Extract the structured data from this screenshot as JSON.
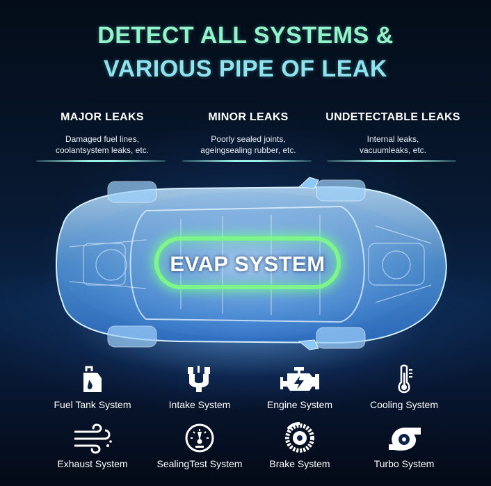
{
  "headline": {
    "line1": "DETECT ALL SYSTEMS &",
    "line2": "VARIOUS PIPE OF LEAK"
  },
  "leaks": [
    {
      "title": "MAJOR LEAKS",
      "desc1": "Damaged fuel lines,",
      "desc2": "coolantsystem leaks, etc."
    },
    {
      "title": "MINOR LEAKS",
      "desc1": "Poorly sealed joints,",
      "desc2": "ageingsealing rubber, etc."
    },
    {
      "title": "UNDETECTABLE LEAKS",
      "desc1": "Internal leaks,",
      "desc2": "vacuumleaks, etc."
    }
  ],
  "evap_label": "EVAP SYSTEM",
  "systems": [
    {
      "label": "Fuel Tank System",
      "icon": "fuel-tank-icon"
    },
    {
      "label": "Intake System",
      "icon": "intake-pipe-icon"
    },
    {
      "label": "Engine System",
      "icon": "engine-icon"
    },
    {
      "label": "Cooling System",
      "icon": "thermometer-icon"
    },
    {
      "label": "Exhaust System",
      "icon": "exhaust-wind-icon"
    },
    {
      "label": "SealingTest System",
      "icon": "gauge-icon"
    },
    {
      "label": "Brake System",
      "icon": "brake-disc-icon"
    },
    {
      "label": "Turbo System",
      "icon": "turbo-icon"
    }
  ],
  "colors": {
    "headline_green": "#93f4c9",
    "headline_cyan": "#8fe2f0",
    "evap_glow": "#7df58a",
    "car_blue": "#6fb6f5"
  }
}
